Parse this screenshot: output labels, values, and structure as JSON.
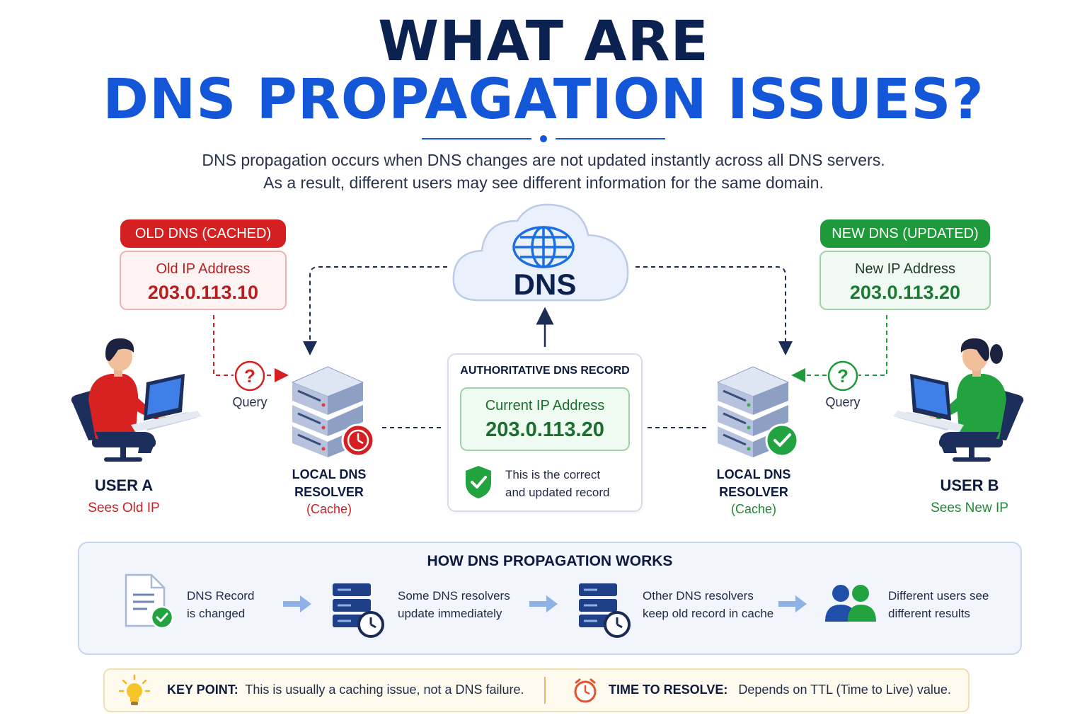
{
  "title": {
    "line1": "WHAT ARE",
    "line2": "DNS PROPAGATION ISSUES?"
  },
  "subtitle": {
    "line1": "DNS propagation occurs when DNS changes are not updated instantly across all DNS servers.",
    "line2": "As a result, different users may see different information for the same domain."
  },
  "dns_cloud": {
    "label": "DNS"
  },
  "old_dns": {
    "badge": "OLD DNS (CACHED)",
    "ip_label": "Old IP Address",
    "ip": "203.0.113.10"
  },
  "new_dns": {
    "badge": "NEW DNS (UPDATED)",
    "ip_label": "New IP Address",
    "ip": "203.0.113.20"
  },
  "query_left": "Query",
  "query_right": "Query",
  "user_a": {
    "name": "USER A",
    "status": "Sees Old IP"
  },
  "user_b": {
    "name": "USER B",
    "status": "Sees New IP"
  },
  "resolver_left": {
    "line1": "LOCAL DNS",
    "line2": "RESOLVER",
    "cache": "(Cache)"
  },
  "resolver_right": {
    "line1": "LOCAL DNS",
    "line2": "RESOLVER",
    "cache": "(Cache)"
  },
  "authoritative": {
    "title": "AUTHORITATIVE DNS RECORD",
    "ip_label": "Current IP Address",
    "ip": "203.0.113.20",
    "note_line1": "This is the correct",
    "note_line2": "and updated record"
  },
  "how": {
    "title": "HOW DNS PROPAGATION WORKS",
    "steps": [
      {
        "line1": "DNS Record",
        "line2": "is changed",
        "icon": "document-check-icon"
      },
      {
        "line1": "Some DNS resolvers",
        "line2": "update immediately",
        "icon": "server-clock-icon"
      },
      {
        "line1": "Other DNS resolvers",
        "line2": "keep old record in cache",
        "icon": "server-clock-icon"
      },
      {
        "line1": "Different users see",
        "line2": "different results",
        "icon": "users-icon"
      }
    ]
  },
  "key_point": {
    "label": "KEY POINT:",
    "text": "This is usually a caching issue, not a DNS failure."
  },
  "time_to_resolve": {
    "label": "TIME TO RESOLVE:",
    "text": "Depends on TTL (Time to Live) value."
  },
  "colors": {
    "navy": "#0b2251",
    "blue": "#1456d8",
    "red": "#d42020",
    "green": "#1f9a3a",
    "gold": "#f0b41e"
  }
}
